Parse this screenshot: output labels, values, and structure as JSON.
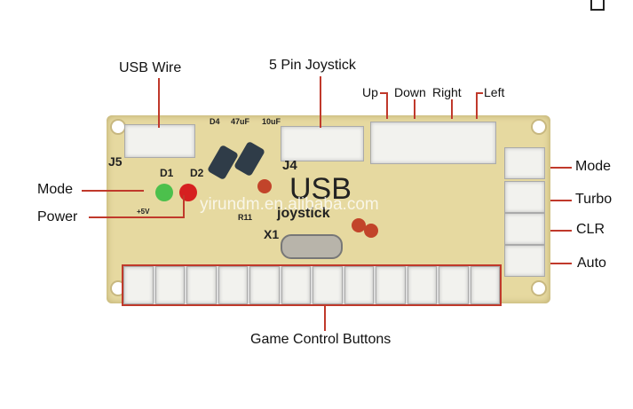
{
  "labels": {
    "usb_wire": "USB Wire",
    "joystick_5pin": "5 Pin Joystick",
    "up": "Up",
    "down": "Down",
    "right": "Right",
    "left": "Left",
    "mode_right": "Mode",
    "turbo": "Turbo",
    "clr": "CLR",
    "auto": "Auto",
    "mode_left": "Mode",
    "power": "Power",
    "game_buttons": "Game Control Buttons"
  },
  "board": {
    "j5": "J5",
    "j4": "J4",
    "d1": "D1",
    "d2": "D2",
    "d4": "D4",
    "cap1": "47uF",
    "cap2": "10uF",
    "usb": "USB",
    "joystick": "joystick",
    "x1": "X1",
    "r11": "R11",
    "plus5v": "+5V",
    "watermark": "yirundm.en.alibaba.com"
  },
  "colors": {
    "board": "#e6d9a0",
    "leader_line": "#c0392b",
    "highlight": "#c0392b"
  },
  "icons": {
    "top_right": "share-icon"
  }
}
